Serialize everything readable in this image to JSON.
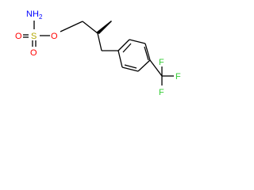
{
  "molecule": {
    "atoms": {
      "n": "N",
      "h2": "2",
      "s": "S",
      "o_top": "O",
      "o_bottom": "O",
      "o_ester": "O",
      "f_1": "F",
      "f_2": "F",
      "f_3": "F"
    },
    "colors": {
      "nitrogen": "#0000FF",
      "sulfur": "#B3A800",
      "oxygen": "#FF0000",
      "fluorine": "#33CC33",
      "bond": "#000000"
    }
  }
}
